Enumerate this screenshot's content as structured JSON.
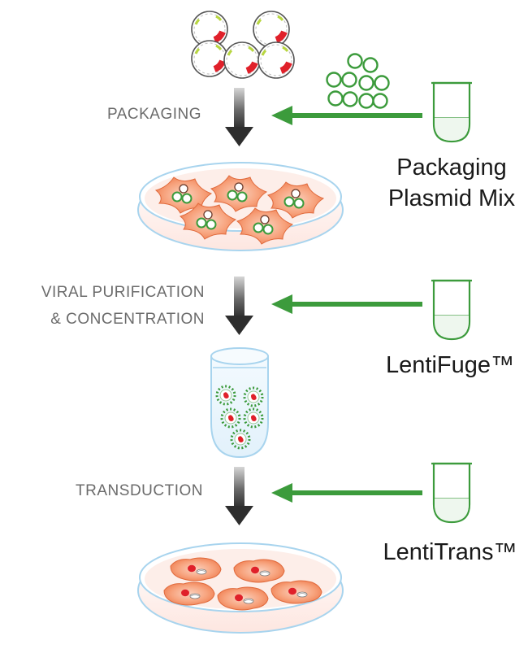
{
  "steps": {
    "packaging": "PACKAGING",
    "purification_line1": "VIRAL PURIFICATION",
    "purification_line2": "& CONCENTRATION",
    "transduction": "TRANSDUCTION"
  },
  "products": {
    "packaging_mix_line1": "Packaging",
    "packaging_mix_line2": "Plasmid Mix",
    "lentifuge": "LentiFuge™",
    "lentitrans": "LentiTrans™"
  },
  "colors": {
    "green": "#3c9b3c",
    "arrow_dark": "#3a3a3a",
    "dish_blue": "#a8d4ee",
    "cell_orange": "#f28a5c",
    "plasmid_red": "#e0202a"
  }
}
